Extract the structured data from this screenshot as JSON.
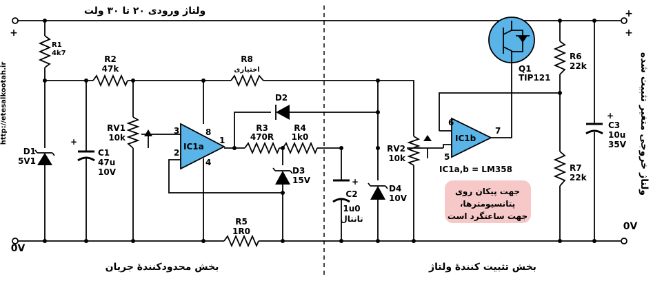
{
  "top_title": "ولتاژ ورودی ۲۰ تا ۳۰ ولت",
  "website": "http://etesalkootah.ir",
  "in_plus": "+",
  "out_plus_1": "+",
  "out_plus_2": "+",
  "in_zero": "0V",
  "out_zero": "0V",
  "output_label": "ولتاژ خروجی متغیر تثبیت شده",
  "sections": {
    "left": "بخش محدودکنندهٔ جریان",
    "right": "بخش تثبیت کنندهٔ ولتاژ"
  },
  "note": {
    "line1": "جهت پیکان روی",
    "line2": "پتانسیومترها،",
    "line3": "جهت ساعتگرد است"
  },
  "ic_type": "IC1a,b = LM358",
  "components": {
    "R1": {
      "name": "R1",
      "value": "4k7"
    },
    "R2": {
      "name": "R2",
      "value": "47k"
    },
    "R3": {
      "name": "R3",
      "value": "470R"
    },
    "R4": {
      "name": "R4",
      "value": "1k0"
    },
    "R5": {
      "name": "R5",
      "value": "1R0"
    },
    "R6": {
      "name": "R6",
      "value": "22k"
    },
    "R7": {
      "name": "R7",
      "value": "22k"
    },
    "R8": {
      "name": "R8",
      "value": "اختیاری"
    },
    "RV1": {
      "name": "RV1",
      "value": "10k"
    },
    "RV2": {
      "name": "RV2",
      "value": "10k"
    },
    "C1": {
      "name": "C1",
      "value1": "47u",
      "value2": "10V",
      "pol": "+"
    },
    "C2": {
      "name": "C2",
      "value1": "1u0",
      "value2": "تانتال",
      "pol": "+"
    },
    "C3": {
      "name": "C3",
      "value1": "10u",
      "value2": "35V",
      "pol": "+"
    },
    "D1": {
      "name": "D1",
      "value": "5V1"
    },
    "D2": {
      "name": "D2"
    },
    "D3": {
      "name": "D3",
      "value": "15V"
    },
    "D4": {
      "name": "D4",
      "value": "10V"
    },
    "Q1": {
      "name": "Q1",
      "value": "TIP121"
    },
    "IC1a": {
      "name": "IC1a",
      "p3": "3",
      "p2": "2",
      "p8": "8",
      "p4": "4",
      "p1": "1"
    },
    "IC1b": {
      "name": "IC1b",
      "p6": "6",
      "p5": "5",
      "p7": "7"
    }
  }
}
